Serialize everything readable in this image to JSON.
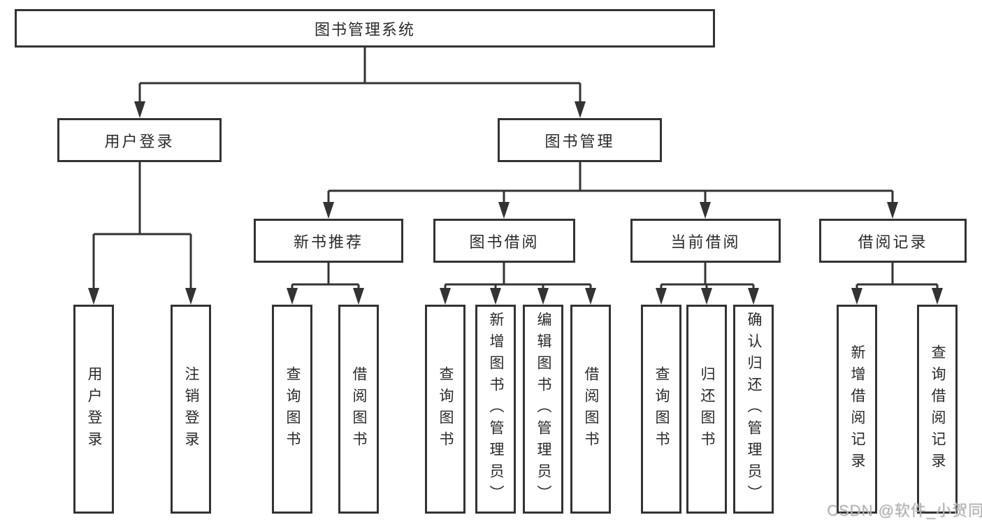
{
  "tree": {
    "label": "图书管理系统",
    "children": [
      {
        "label": "用户登录",
        "children": [
          {
            "label": "用户登录"
          },
          {
            "label": "注销登录"
          }
        ]
      },
      {
        "label": "图书管理",
        "children": [
          {
            "label": "新书推荐",
            "children": [
              {
                "label": "查询图书"
              },
              {
                "label": "借阅图书"
              }
            ]
          },
          {
            "label": "图书借阅",
            "children": [
              {
                "label": "查询图书"
              },
              {
                "label": "新增图书（管理员）"
              },
              {
                "label": "编辑图书（管理员）"
              },
              {
                "label": "借阅图书"
              }
            ]
          },
          {
            "label": "当前借阅",
            "children": [
              {
                "label": "查询图书"
              },
              {
                "label": "归还图书"
              },
              {
                "label": "确认归还（管理员）"
              }
            ]
          },
          {
            "label": "借阅记录",
            "children": [
              {
                "label": "新增借阅记录"
              },
              {
                "label": "查询借阅记录"
              }
            ]
          }
        ]
      }
    ]
  },
  "watermark": {
    "text": "CSDN @软件_小贺同学"
  },
  "colors": {
    "line": "#333333",
    "box_border": "#333333",
    "box_fill": "#ffffff",
    "text": "#2a2a2a",
    "background": "#ffffff",
    "watermark": "#b4b4b4"
  }
}
